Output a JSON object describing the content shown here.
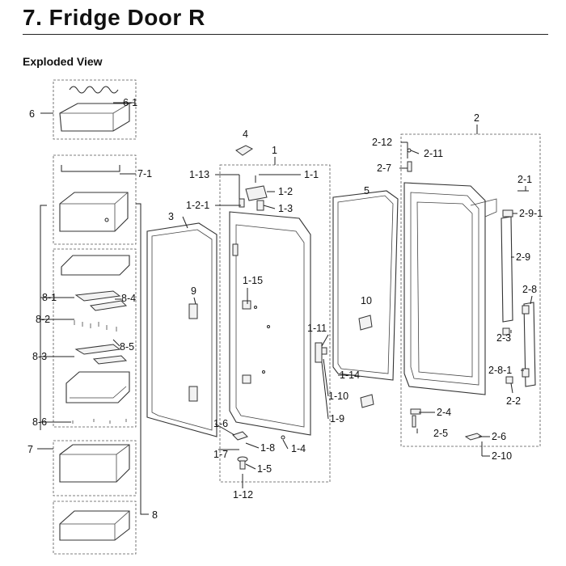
{
  "header": {
    "title": "7.  Fridge Door R",
    "subtitle": "Exploded View"
  },
  "callouts": {
    "c1": "1",
    "c1_1": "1-1",
    "c1_2": "1-2",
    "c1_2_1": "1-2-1",
    "c1_3": "1-3",
    "c1_4": "1-4",
    "c1_5": "1-5",
    "c1_6": "1-6",
    "c1_7": "1-7",
    "c1_8": "1-8",
    "c1_9": "1-9",
    "c1_10": "1-10",
    "c1_11": "1-11",
    "c1_12": "1-12",
    "c1_13": "1-13",
    "c1_14": "1-14",
    "c1_15": "1-15",
    "c2": "2",
    "c2_1": "2-1",
    "c2_2": "2-2",
    "c2_3": "2-3",
    "c2_4": "2-4",
    "c2_5": "2-5",
    "c2_6": "2-6",
    "c2_7": "2-7",
    "c2_8": "2-8",
    "c2_8_1": "2-8-1",
    "c2_9": "2-9",
    "c2_9_1": "2-9-1",
    "c2_10": "2-10",
    "c2_11": "2-11",
    "c2_12": "2-12",
    "c3": "3",
    "c4": "4",
    "c5": "5",
    "c6": "6",
    "c6_1": "6-1",
    "c7": "7",
    "c7_1": "7-1",
    "c8": "8",
    "c8_1": "8-1",
    "c8_2": "8-2",
    "c8_3": "8-3",
    "c8_4": "8-4",
    "c8_5": "8-5",
    "c8_6": "8-6",
    "c9": "9",
    "c10": "10"
  }
}
